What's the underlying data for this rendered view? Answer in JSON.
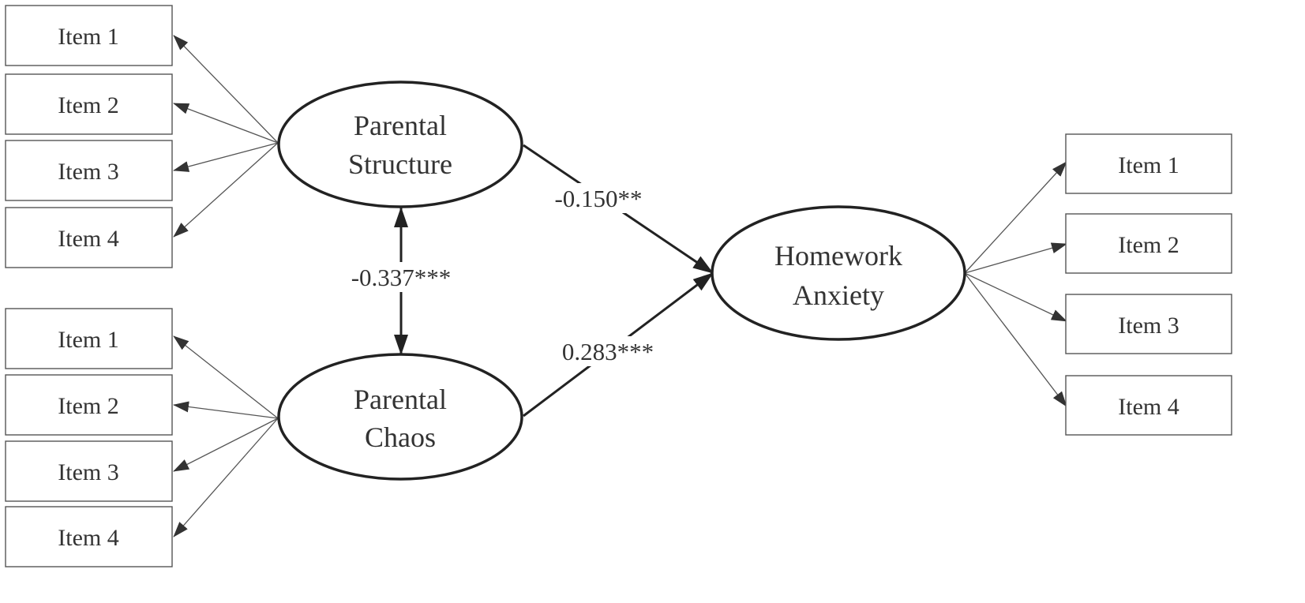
{
  "latents": {
    "structure": {
      "line1": "Parental",
      "line2": "Structure"
    },
    "chaos": {
      "line1": "Parental",
      "line2": "Chaos"
    },
    "anxiety": {
      "line1": "Homework",
      "line2": "Anxiety"
    }
  },
  "indicators": {
    "structure": [
      "Item 1",
      "Item 2",
      "Item 3",
      "Item 4"
    ],
    "chaos": [
      "Item 1",
      "Item 2",
      "Item 3",
      "Item 4"
    ],
    "anxiety": [
      "Item 1",
      "Item 2",
      "Item 3",
      "Item 4"
    ]
  },
  "paths": {
    "structure_to_anxiety": "-0.150**",
    "chaos_to_anxiety": "0.283***",
    "structure_chaos_covariance": "-0.337***"
  }
}
